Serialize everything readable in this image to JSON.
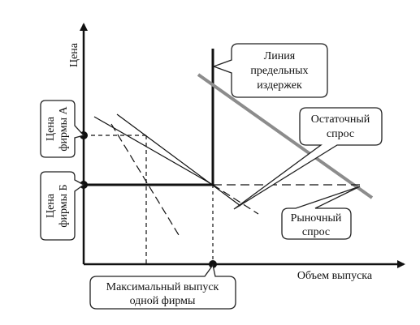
{
  "axes": {
    "y_label": "Цена",
    "x_label": "Объем выпуска"
  },
  "callouts": {
    "price_a": [
      "Цена",
      "фирмы А"
    ],
    "price_b": [
      "Цена",
      "фирмы Б"
    ],
    "marginal_cost": [
      "Линия",
      "предельных",
      "издержек"
    ],
    "residual_demand": [
      "Остаточный",
      "спрос"
    ],
    "market_demand": [
      "Рыночный",
      "спрос"
    ],
    "max_output": [
      "Максимальный выпуск",
      "одной фирмы"
    ]
  },
  "colors": {
    "ink": "#111111",
    "market_demand": "#8c8c8c"
  }
}
